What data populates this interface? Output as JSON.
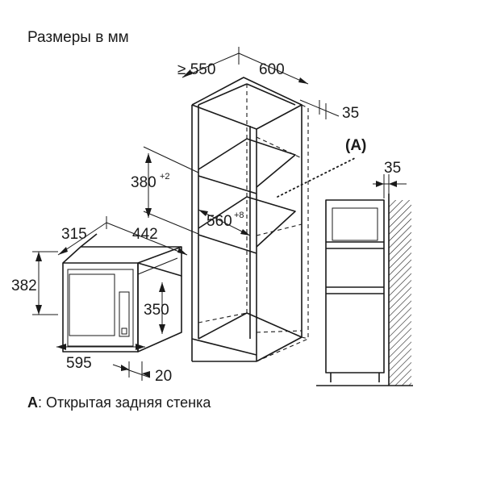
{
  "header": "Размеры в мм",
  "footer": {
    "letter": "A",
    "text": ": Открытая задняя стенка"
  },
  "callout": {
    "label": "(A)"
  },
  "microwave": {
    "depth": "315",
    "width_frame": "442",
    "height_frame": "382",
    "height_body": "350",
    "width_front": "595",
    "offset": "20"
  },
  "cabinet": {
    "depth_min": "≥ 550",
    "width": "600",
    "gap": "35",
    "niche_height": "380",
    "niche_height_tol": "+2",
    "niche_width": "560",
    "niche_width_tol": "+8"
  },
  "side_view": {
    "gap": "35"
  },
  "colors": {
    "line": "#1a1a1a",
    "background": "#ffffff"
  }
}
